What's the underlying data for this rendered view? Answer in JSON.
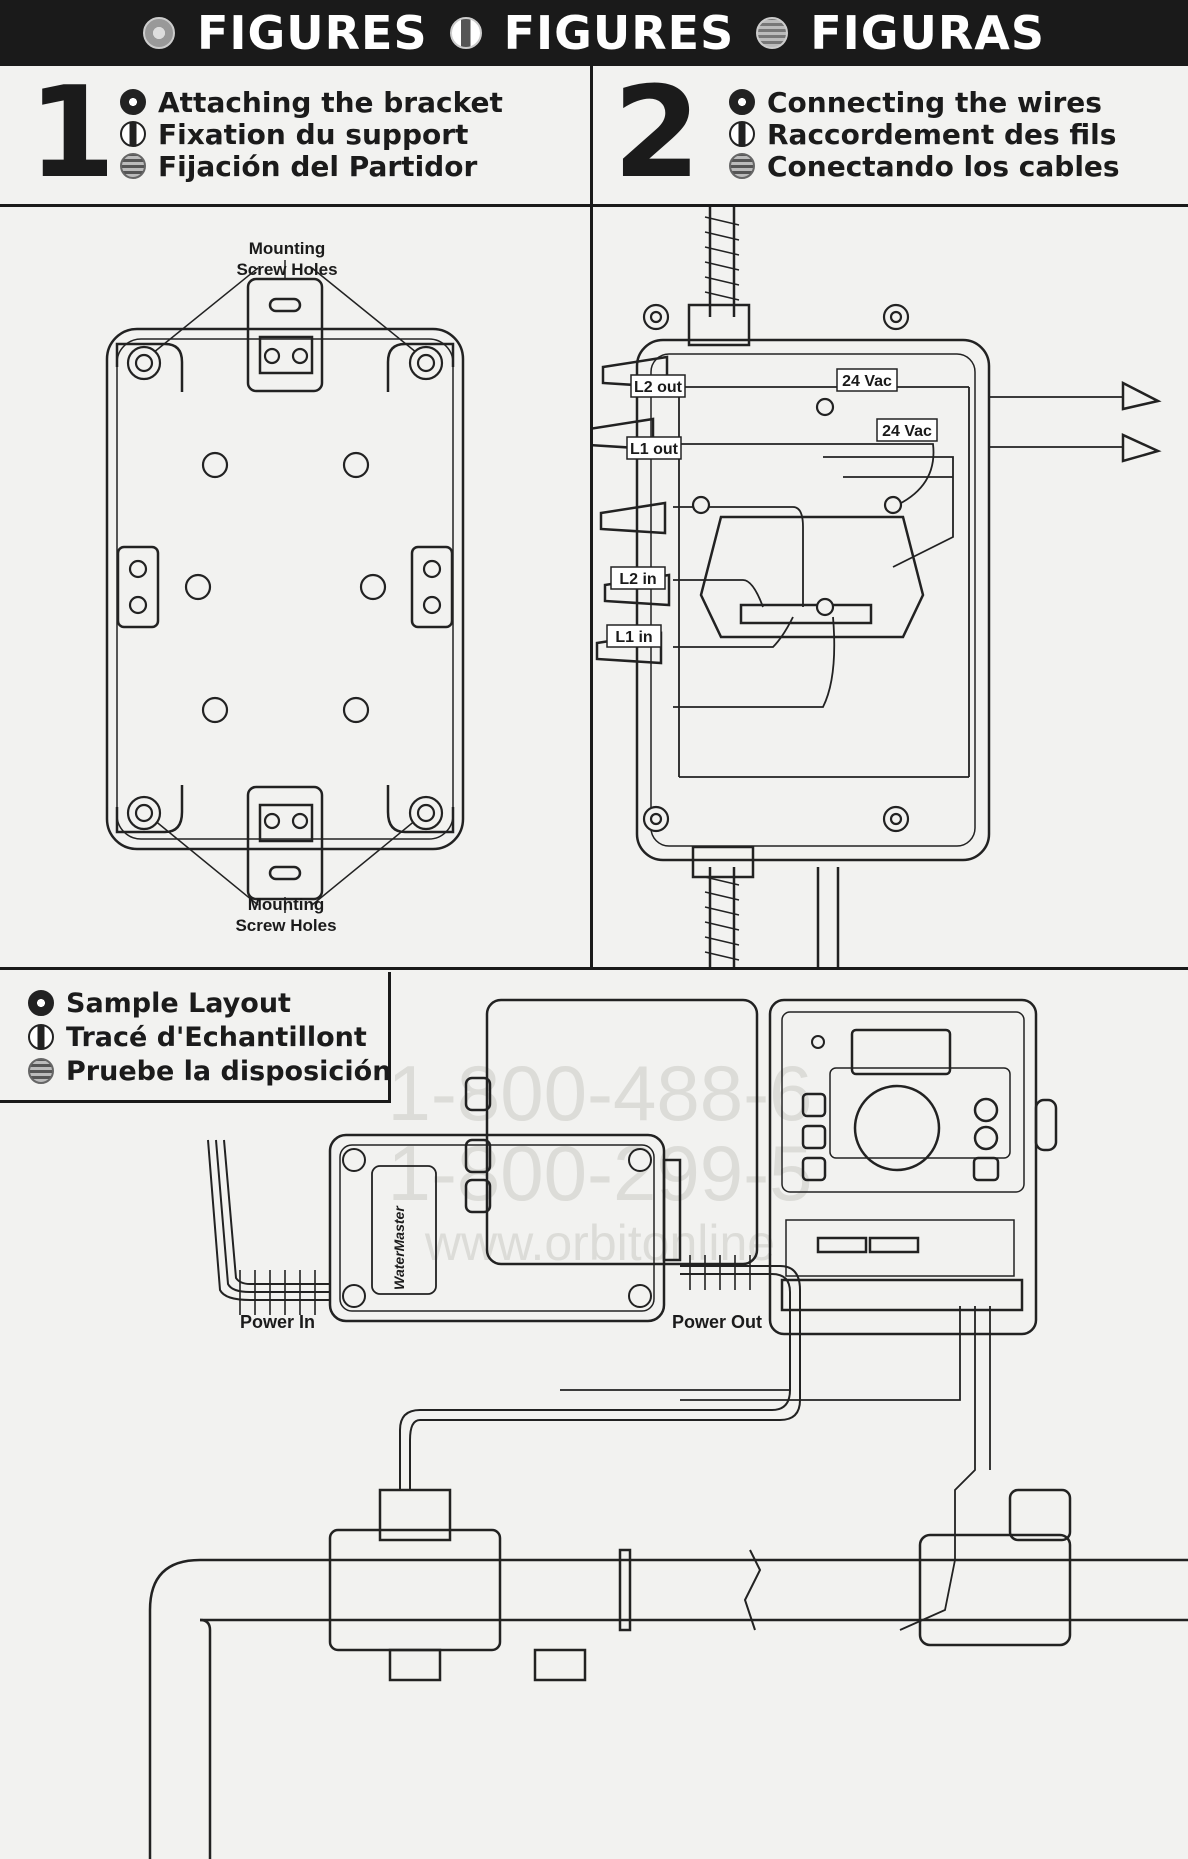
{
  "header": {
    "w1": "FIGURES",
    "w2": "FIGURES",
    "w3": "FIGURAS"
  },
  "fig1": {
    "number": "1",
    "title_en": "Attaching the bracket",
    "title_fr": "Fixation du support",
    "title_es": "Fijación del Partidor",
    "label_top_1": "Mounting",
    "label_top_2": "Screw Holes",
    "label_bottom_1": "Mounting",
    "label_bottom_2": "Screw Holes"
  },
  "fig2": {
    "number": "2",
    "title_en": "Connecting the wires",
    "title_fr": "Raccordement des fils",
    "title_es": "Conectando los cables",
    "l2_out": "L2 out",
    "l1_out": "L1 out",
    "l2_in": "L2 in",
    "l1_in": "L1 in",
    "vac_a": "24 Vac",
    "vac_b": "24 Vac"
  },
  "sample": {
    "title_en": "Sample Layout",
    "title_fr": "Tracé d'Echantillont",
    "title_es": "Pruebe la disposición",
    "power_in": "Power In",
    "power_out": "Power Out",
    "brand": "WaterMaster",
    "watermark_1": "1-800-488-6",
    "watermark_2": "1-800-299-5",
    "watermark_3": "www.orbitonline"
  }
}
